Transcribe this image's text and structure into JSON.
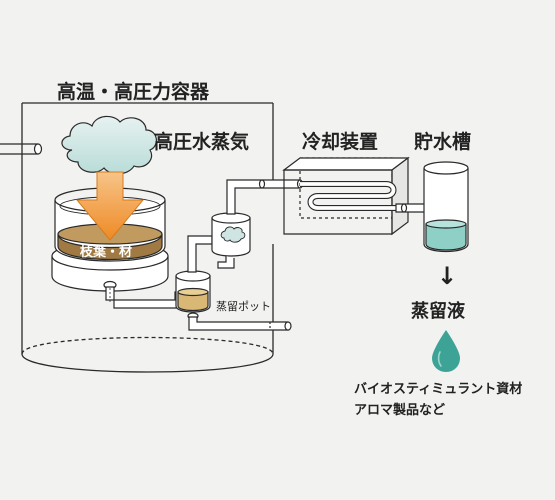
{
  "labels": {
    "vessel": "高温・高圧力容器",
    "steam": "高圧水蒸気",
    "leaves": "枝葉・材",
    "distill_pot": "蒸留ポット",
    "cooler": "冷却装置",
    "tank": "貯水槽",
    "arrow": "↓",
    "distillate": "蒸留液",
    "uses_line1": "バイオスティミュラント資材",
    "uses_line2": "アロマ製品など"
  },
  "colors": {
    "background": "#f2f2f0",
    "outline": "#2a2a2a",
    "pipe_fill": "#ffffff",
    "steam_cloud": "#cfe5e3",
    "down_arrow": "#f0922e",
    "leaves_layer": "#a07a42",
    "distillate_liquid": "#8ecfc6",
    "drop": "#3ea397"
  }
}
